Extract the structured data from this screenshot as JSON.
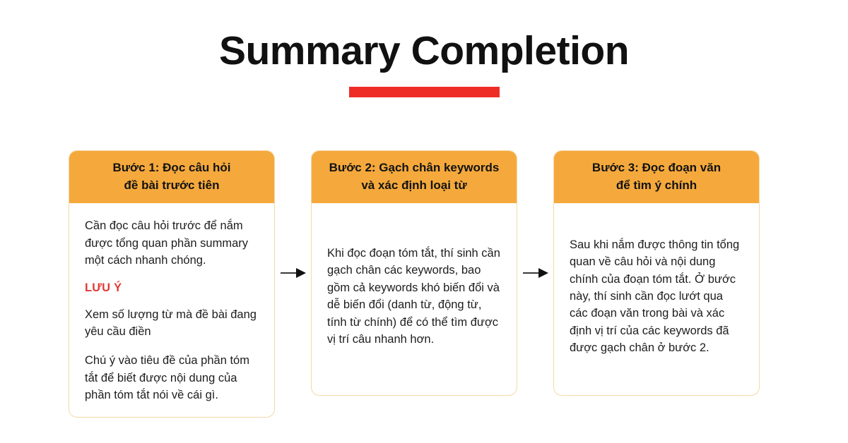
{
  "header": {
    "title": "Summary Completion",
    "underline_color": "#ee2d26"
  },
  "theme": {
    "header_orange": "#f5a93c",
    "card_border": "#f3d9a9",
    "note_red": "#e03a37",
    "text_color": "#1d1d1d",
    "arrow_color": "#3a3a3a"
  },
  "flow": {
    "arrow_icon": "arrow-right-icon",
    "arrows": [
      {
        "label": "step-1-to-step-2"
      },
      {
        "label": "step-2-to-step-3"
      }
    ],
    "cards": [
      {
        "header_line1": "Bước 1: Đọc câu hỏi",
        "header_line2": "đề bài trước tiên",
        "paragraph1": "Cần đọc câu hỏi trước để nắm được tổng quan phần summary một cách nhanh chóng.",
        "note_label": "LƯU Ý",
        "paragraph2": "Xem số lượng từ mà đề bài đang yêu cầu điền",
        "paragraph3": "Chú ý vào tiêu đề của phần tóm tắt để biết được nội dung của phần tóm tắt nói về cái gì."
      },
      {
        "header_line1": "Bước 2: Gạch chân keywords",
        "header_line2": "và xác định loại từ",
        "paragraph1": "Khi đọc đoạn tóm tắt, thí sinh cần gạch chân các keywords, bao gồm cả keywords khó biến đổi và dễ biến đổi (danh từ, động từ, tính từ chính) để có thể tìm được vị trí câu nhanh hơn."
      },
      {
        "header_line1": "Bước 3: Đọc đoạn văn",
        "header_line2": "để tìm ý chính",
        "paragraph1": "Sau khi nắm được thông tin tổng quan về câu hỏi và nội dung chính của đoạn tóm tắt. Ở bước này, thí sinh cần đọc lướt qua các đoạn văn trong bài và xác định vị trí của các keywords đã được gạch chân ở bước 2."
      }
    ]
  }
}
